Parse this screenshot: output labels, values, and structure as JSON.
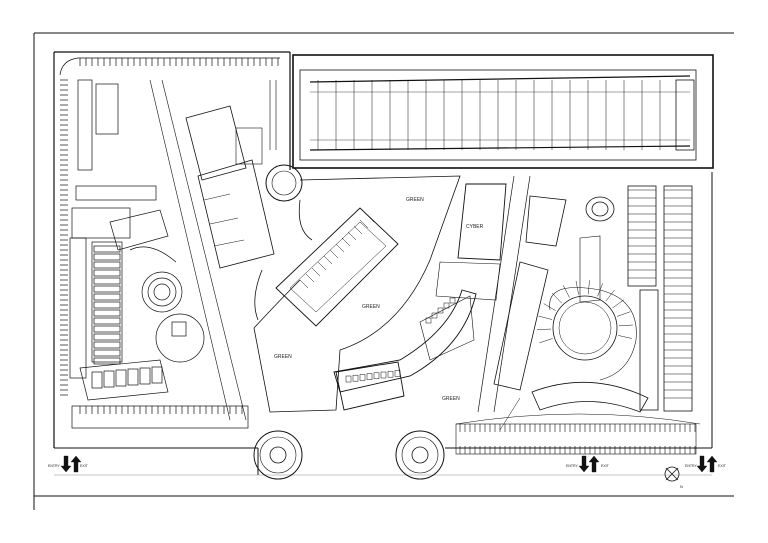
{
  "labels": {
    "green_top": "GREEN",
    "green_center": "GREEN",
    "green_left": "GREEN",
    "green_bottom": "GREEN",
    "cyber": "CYBER",
    "entry_1": "ENTRY",
    "exit_1": "EXIT",
    "entry_2": "ENTRY",
    "exit_2": "EXIT",
    "entry_3": "ENTRY",
    "exit_3": "EXIT",
    "north": "N"
  },
  "colors": {
    "line": "#111111",
    "paper": "#ffffff",
    "soft": "#666666"
  }
}
